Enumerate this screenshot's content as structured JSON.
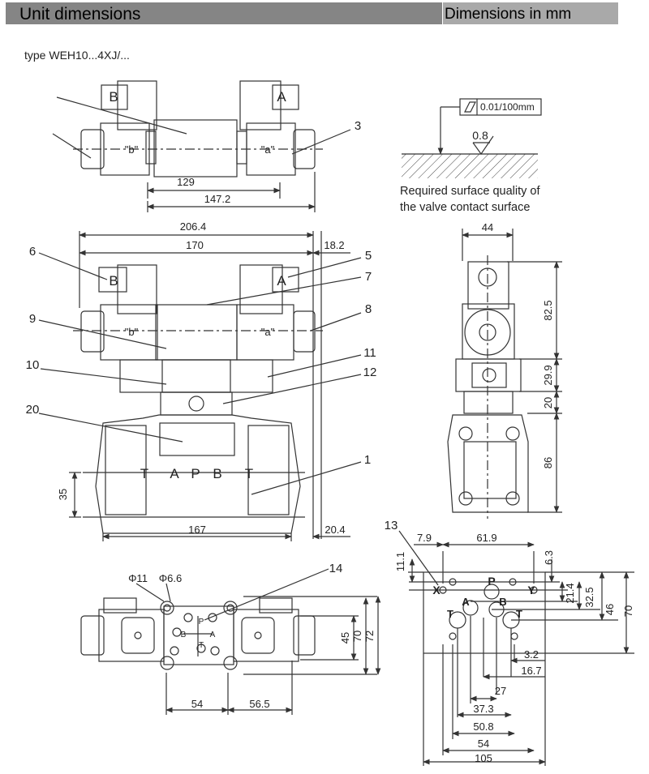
{
  "header": {
    "title": "Unit dimensions",
    "units": "Dimensions in mm"
  },
  "type_label": "type WEH10...4XJ/...",
  "surface": {
    "flatness": "0.01/100mm",
    "roughness": "0.8",
    "note_line1": "Required surface quality of",
    "note_line2": "the valve contact surface"
  },
  "coils": {
    "a": "A",
    "b": "B",
    "label_a": "\"a\"",
    "label_b": "\"b\""
  },
  "ports": {
    "t": "T",
    "a": "A",
    "p": "P",
    "b": "B",
    "x": "X",
    "y": "Y"
  },
  "callouts": {
    "n1": "1",
    "n3": "3",
    "n5": "5",
    "n6": "6",
    "n7": "7",
    "n8": "8",
    "n9": "9",
    "n10": "10",
    "n11": "11",
    "n12": "12",
    "n13": "13",
    "n14": "14",
    "n20": "20"
  },
  "dims": {
    "d129": "129",
    "d147_2": "147.2",
    "d206_4": "206.4",
    "d170": "170",
    "d18_2": "18.2",
    "d35": "35",
    "d167": "167",
    "d20_4": "20.4",
    "d44": "44",
    "d82_5": "82.5",
    "d29_9": "29.9",
    "d20": "20",
    "d86": "86",
    "phi11": "Φ11",
    "phi6_6": "Φ6.6",
    "d45": "45",
    "d70": "70",
    "d72": "72",
    "d54": "54",
    "d56_5": "56.5",
    "d7_9": "7.9",
    "d61_9": "61.9",
    "d11_1": "11.1",
    "d6_3": "6.3",
    "d21_4": "21.4",
    "d32_5": "32.5",
    "d46": "46",
    "d70b": "70",
    "d3_2": "3.2",
    "d16_7": "16.7",
    "d27": "27",
    "d37_3": "37.3",
    "d50_8": "50.8",
    "d54b": "54",
    "d105": "105"
  }
}
